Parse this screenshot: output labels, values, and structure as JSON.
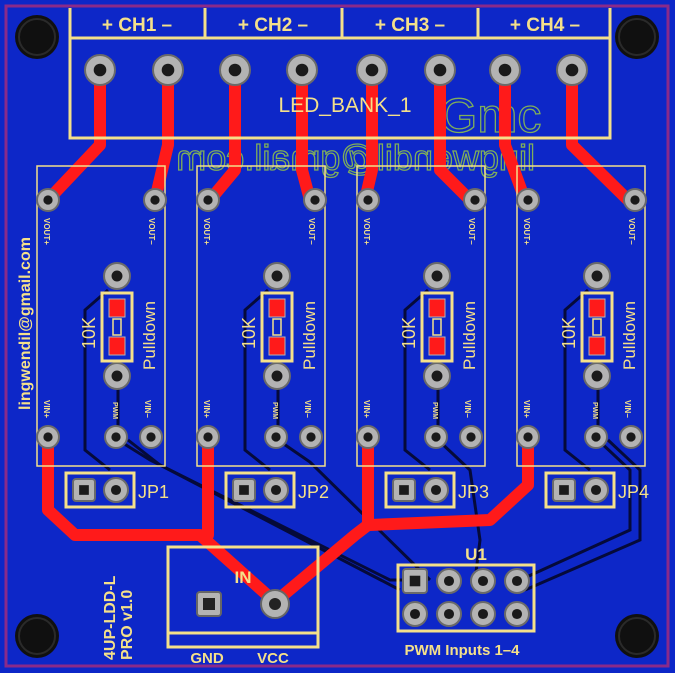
{
  "board": {
    "connector_channels": [
      "+ CH1 –",
      "+ CH2 –",
      "+ CH3 –",
      "+ CH4 –"
    ],
    "led_bank_label": "LED_BANK_1",
    "ghost_text_top": "Gmc",
    "ghost_email_mirrored": "lingwendil@gmail.com",
    "side_email": "lingwendil@gmail.com",
    "resistor_label": "10K",
    "pulldown_label": "Pulldown",
    "pin_vout_plus": "VOUT+",
    "pin_vout_minus": "VOUT–",
    "pin_vin_plus": "VIN+",
    "pin_pwm": "PWM",
    "pin_vin_minus": "VIN–",
    "jumpers": [
      "JP1",
      "JP2",
      "JP3",
      "JP4"
    ],
    "input_label": "IN",
    "gnd_label": "GND",
    "vcc_label": "VCC",
    "header_label": "U1",
    "pwm_inputs_label": "PWM Inputs 1–4",
    "version_line1": "4UP-LDD-L",
    "version_line2": "PRO v1.0"
  },
  "colors": {
    "board": "#0d27c8",
    "copper_top": "#ff1a1a",
    "silkscreen": "#f4e08a",
    "pad": "#b3b3b3",
    "outline": "#8a2a8a",
    "bottom_trace": "#050a3a"
  }
}
